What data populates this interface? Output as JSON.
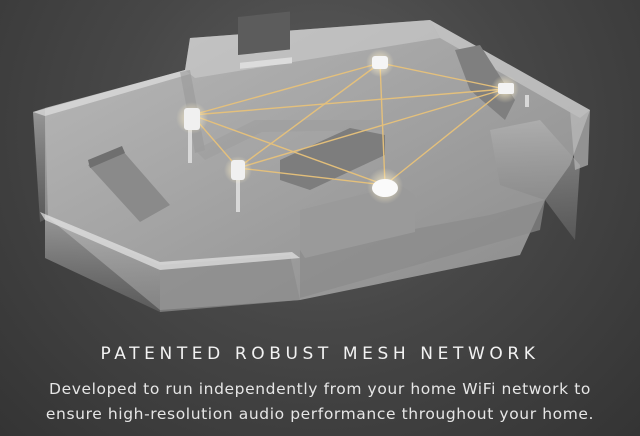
{
  "headline": "PATENTED ROBUST MESH NETWORK",
  "description": [
    "Developed to run independently from your home WiFi network to",
    "ensure high-resolution audio performance throughout your home."
  ],
  "colors": {
    "background": "#474747",
    "mesh_link": "#e8c27a",
    "walls": "#8e8e8e",
    "floor": "#a8a8a8"
  }
}
